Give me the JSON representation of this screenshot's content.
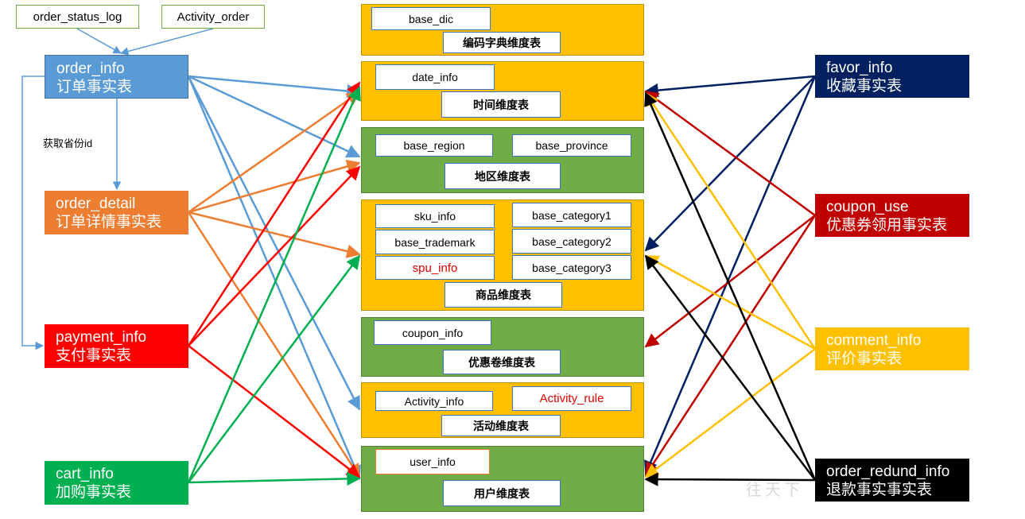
{
  "sources": {
    "order_status_log": "order_status_log",
    "activity_order": "Activity_order"
  },
  "facts": {
    "order_info": {
      "name": "order_info",
      "desc": "订单事实表",
      "color": "#5b9bd5"
    },
    "order_detail": {
      "name": "order_detail",
      "desc": "订单详情事实表",
      "color": "#ed7d31"
    },
    "payment_info": {
      "name": "payment_info",
      "desc": "支付事实表",
      "color": "#ff0000"
    },
    "cart_info": {
      "name": "cart_info",
      "desc": "加购事实表",
      "color": "#00b050"
    },
    "favor_info": {
      "name": "favor_info",
      "desc": "收藏事实表",
      "color": "#002060"
    },
    "coupon_use": {
      "name": "coupon_use",
      "desc": "优惠券领用事实表",
      "color": "#c00000"
    },
    "comment_info": {
      "name": "comment_info",
      "desc": "评价事实表",
      "color": "#ffc000"
    },
    "order_refund": {
      "name": "order_redund_info",
      "desc": "退款事实事实表",
      "color": "#000000"
    }
  },
  "annotation": "获取省份id",
  "dimensions": {
    "dic": {
      "caption": "编码字典维度表",
      "tables": [
        "base_dic"
      ]
    },
    "date": {
      "caption": "时间维度表",
      "tables": [
        "date_info"
      ]
    },
    "region": {
      "caption": "地区维度表",
      "tables": [
        "base_region",
        "base_province"
      ]
    },
    "sku": {
      "caption": "商品维度表",
      "tables": [
        "sku_info",
        "base_trademark",
        "spu_info",
        "base_category1",
        "base_category2",
        "base_category3"
      ]
    },
    "coupon": {
      "caption": "优惠卷维度表",
      "tables": [
        "coupon_info"
      ]
    },
    "activity": {
      "caption": "活动维度表",
      "tables": [
        "Activity_info",
        "Activity_rule"
      ]
    },
    "user": {
      "caption": "用户维度表",
      "tables": [
        "user_info"
      ]
    }
  },
  "watermark": "往天下"
}
